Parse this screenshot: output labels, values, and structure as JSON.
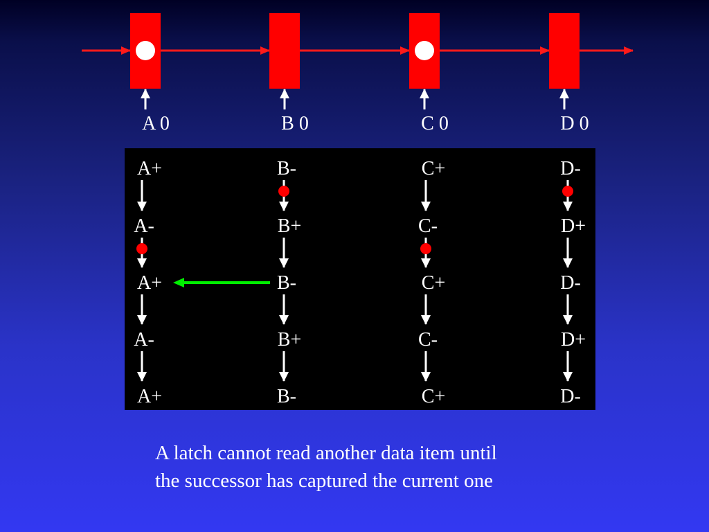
{
  "colors": {
    "latch": "#ff0000",
    "pipeline_arrow": "#ff1a1a",
    "token": "#ffffff",
    "state_arrow": "#ffffff",
    "dot": "#ff0000",
    "dependency_arrow": "#00ee00",
    "table_background": "#000000",
    "text": "#ffffff"
  },
  "pipeline": {
    "latches": [
      {
        "label": "A 0",
        "has_token": true
      },
      {
        "label": "B 0",
        "has_token": false
      },
      {
        "label": "C 0",
        "has_token": true
      },
      {
        "label": "D 0",
        "has_token": false
      }
    ]
  },
  "sequence": {
    "columns": [
      {
        "id": "A",
        "events": [
          "A+",
          "A-",
          "A+",
          "A-",
          "A+"
        ],
        "dots_between": [
          1
        ]
      },
      {
        "id": "B",
        "events": [
          "B-",
          "B+",
          "B-",
          "B+",
          "B-"
        ],
        "dots_between": [
          0
        ]
      },
      {
        "id": "C",
        "events": [
          "C+",
          "C-",
          "C+",
          "C-",
          "C+"
        ],
        "dots_between": [
          1
        ]
      },
      {
        "id": "D",
        "events": [
          "D-",
          "D+",
          "D-",
          "D+",
          "D-"
        ],
        "dots_between": [
          0
        ]
      }
    ],
    "dependency": {
      "from_column": 1,
      "to_column": 0,
      "row": 2
    }
  },
  "caption": {
    "line1": "A latch cannot read another data item until",
    "line2": "the successor has captured the current one"
  }
}
